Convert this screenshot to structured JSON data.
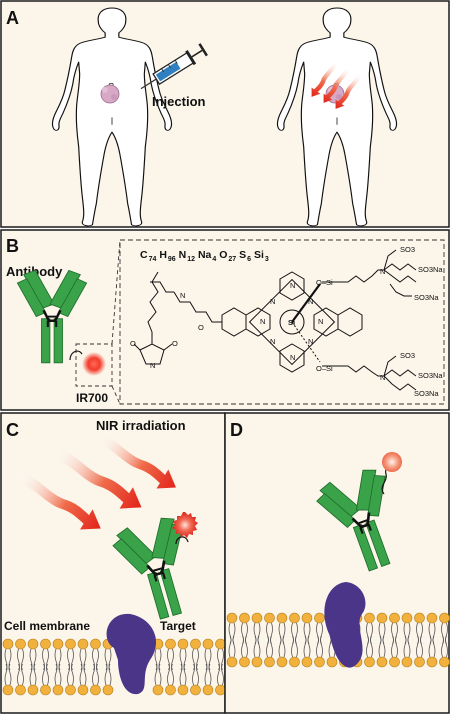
{
  "panels": {
    "a": {
      "letter": "A",
      "injection_label": "Injection"
    },
    "b": {
      "letter": "B",
      "antibody_label": "Antibody",
      "ir700_label": "IR700",
      "formula": [
        {
          "t": "C",
          "s": "74"
        },
        {
          "t": "H",
          "s": "96"
        },
        {
          "t": "N",
          "s": "12"
        },
        {
          "t": "Na",
          "s": "4"
        },
        {
          "t": "O",
          "s": "27"
        },
        {
          "t": "S",
          "s": "6"
        },
        {
          "t": "Si",
          "s": "3"
        }
      ],
      "atoms": {
        "si": "Si",
        "n": "N",
        "o": "O",
        "osi": "O–Si",
        "so3": "SO3",
        "so3na": "SO3Na",
        "nh": "N\nH"
      }
    },
    "c": {
      "letter": "C",
      "nir_label": "NIR irradiation",
      "membrane_label": "Cell membrane",
      "target_label": "Target"
    },
    "d": {
      "letter": "D"
    }
  },
  "colors": {
    "background": "#fbf5ea",
    "border": "#1a1a1a",
    "antibody_green": "#3aa34a",
    "antibody_dark": "#1f6e2a",
    "target_purple": "#4b3588",
    "lipid_head": "#f2b13c",
    "tumor_pink": "#d7a9c6",
    "arrow_red": "#e2231a",
    "syringe_blue": "#2f7fc1"
  }
}
